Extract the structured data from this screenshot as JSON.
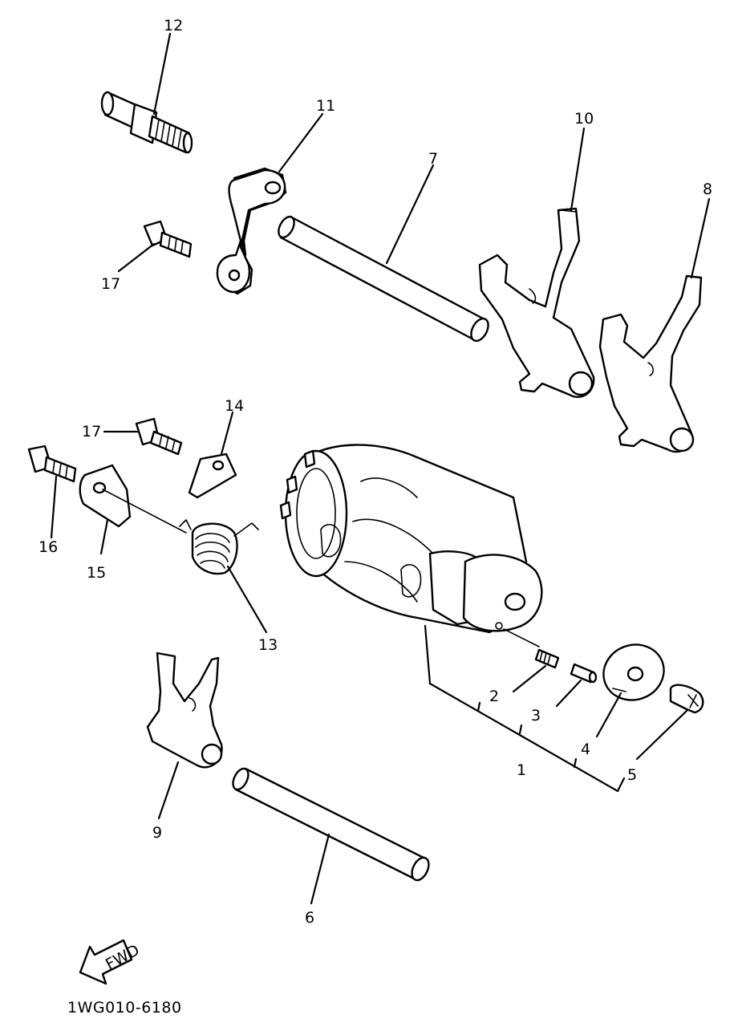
{
  "callouts": {
    "c1": "1",
    "c2": "2",
    "c3": "3",
    "c4": "4",
    "c5": "5",
    "c6": "6",
    "c7": "7",
    "c8": "8",
    "c9": "9",
    "c10": "10",
    "c11": "11",
    "c12": "12",
    "c13": "13",
    "c14": "14",
    "c15": "15",
    "c16": "16",
    "c17a": "17",
    "c17b": "17"
  },
  "fwd_label": "FWD",
  "drawing_code": "1WG010-6180"
}
